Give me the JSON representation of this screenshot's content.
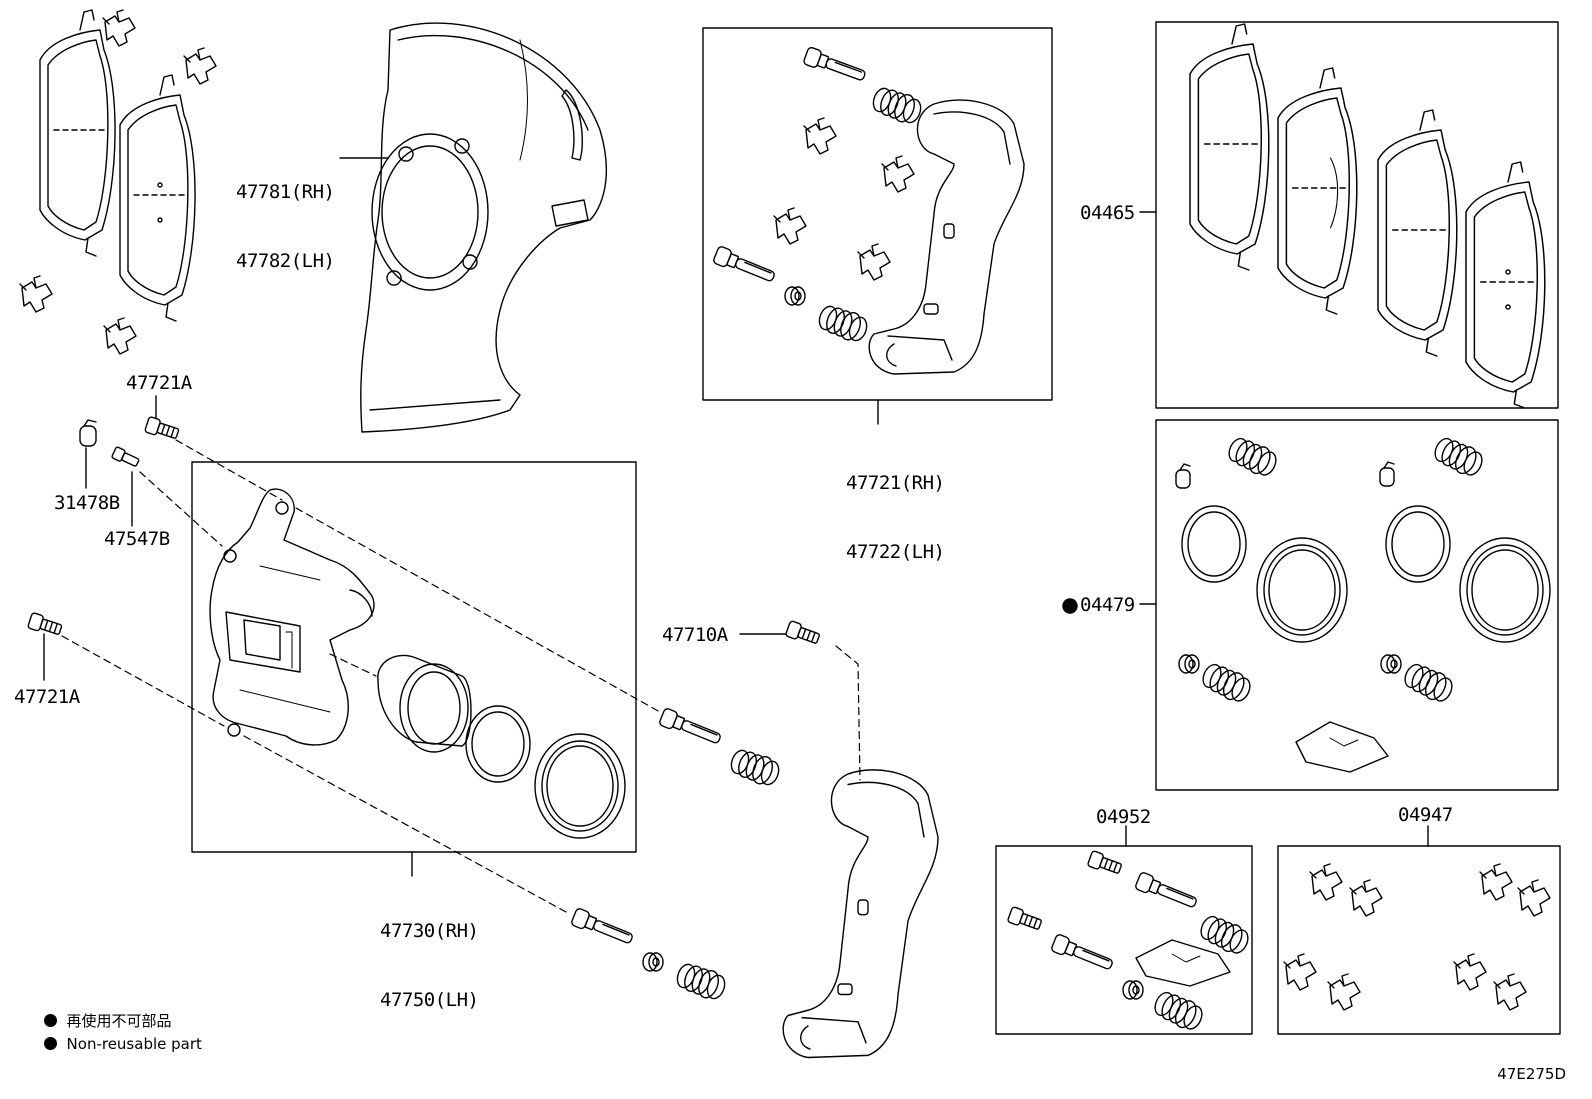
{
  "parts": {
    "shield": [
      "47781(RH)",
      "47782(LH)"
    ],
    "mounting_bracket": [
      "47721(RH)",
      "47722(LH)"
    ],
    "pad_kit": "04465",
    "seal_kit": "04479",
    "cylinder_kit": [
      "47730(RH)",
      "47750(LH)"
    ],
    "bolt_top": "47721A",
    "bolt_left": "47721A",
    "bleeder_cap": "31478B",
    "bleeder_plug": "47547B",
    "bracket_bolt": "47710A",
    "guide_pin_kit": "04952",
    "anti_squeal_kit": "04947"
  },
  "legend": {
    "japanese": "再使用不可部品",
    "english": "Non-reusable part"
  },
  "diagram_code": "47E275D"
}
